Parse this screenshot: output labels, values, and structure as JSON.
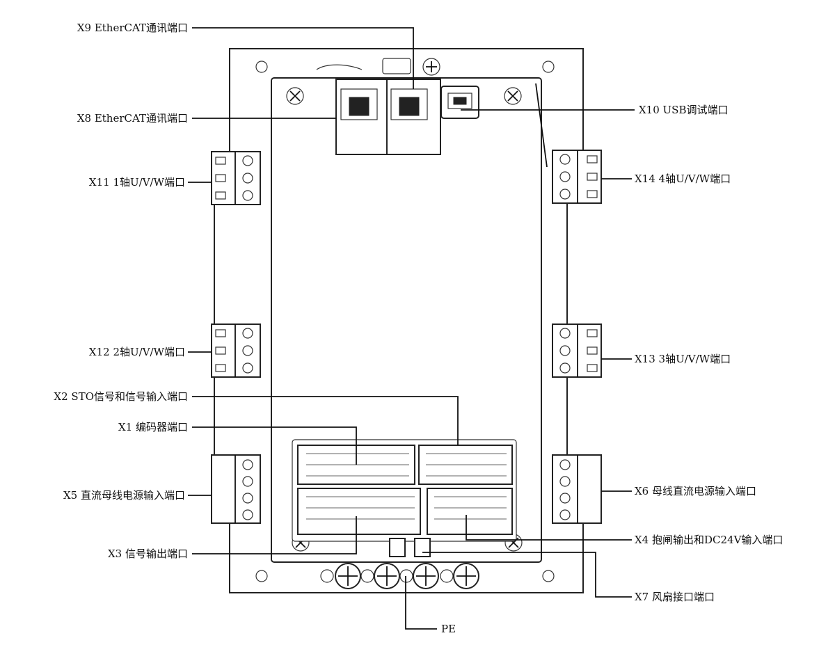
{
  "labels": {
    "x9": "X9 EtherCAT通讯端口",
    "x8": "X8 EtherCAT通讯端口",
    "x10": "X10 USB调试端口",
    "x11": "X11 1轴U/V/W端口",
    "x14": "X14 4轴U/V/W端口",
    "x12": "X12 2轴U/V/W端口",
    "x13": "X13 3轴U/V/W端口",
    "x2": "X2 STO信号和信号输入端口",
    "x1": "X1 编码器端口",
    "x5": "X5 直流母线电源输入端口",
    "x6": "X6 母线直流电源输入端口",
    "x4": "X4 抱闸输出和DC24V输入端口",
    "x3": "X3 信号输出端口",
    "x7": "X7 风扇接口端口",
    "pe": "PE"
  }
}
